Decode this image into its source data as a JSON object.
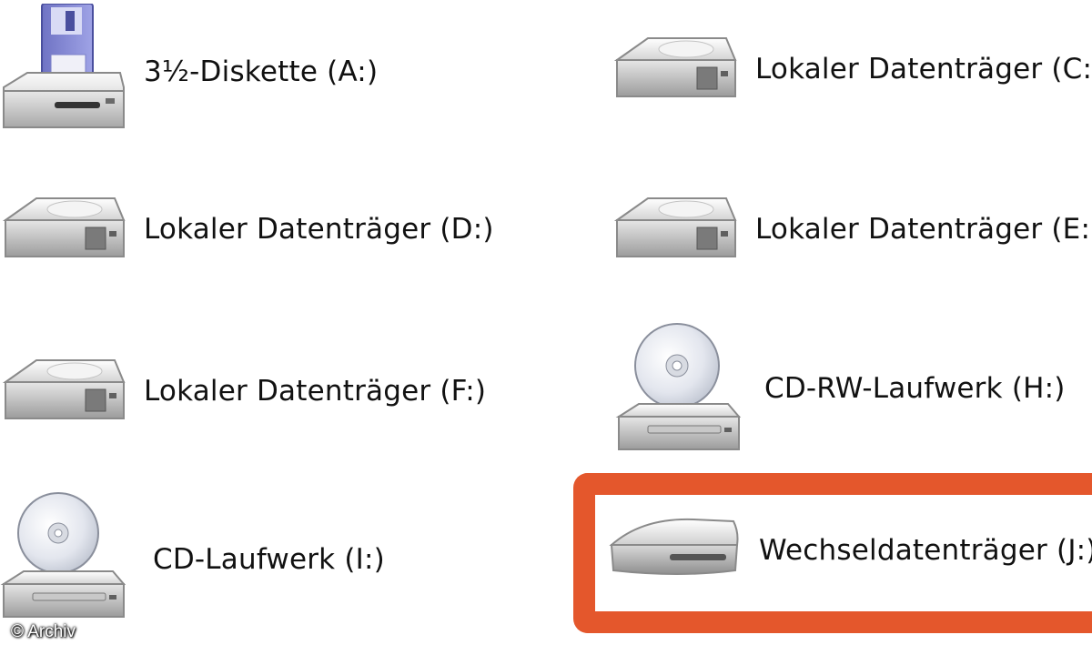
{
  "colors": {
    "highlight": "#e4572c",
    "background": "#ffffff"
  },
  "drives": [
    {
      "id": "a",
      "icon": "floppy-drive-icon",
      "label": "3½-Diskette (A:)"
    },
    {
      "id": "c",
      "icon": "hard-drive-icon",
      "label": "Lokaler Datenträger (C:)"
    },
    {
      "id": "d",
      "icon": "hard-drive-icon",
      "label": "Lokaler Datenträger (D:)"
    },
    {
      "id": "e",
      "icon": "hard-drive-icon",
      "label": "Lokaler Datenträger (E:)"
    },
    {
      "id": "f",
      "icon": "hard-drive-icon",
      "label": "Lokaler Datenträger (F:)"
    },
    {
      "id": "h",
      "icon": "cd-drive-icon",
      "label": "CD-RW-Laufwerk (H:)"
    },
    {
      "id": "i",
      "icon": "cd-drive-icon",
      "label": "CD-Laufwerk (I:)"
    },
    {
      "id": "j",
      "icon": "removable-drive-icon",
      "label": "Wechseldatenträger (J:)"
    }
  ],
  "watermark": "© Archiv"
}
